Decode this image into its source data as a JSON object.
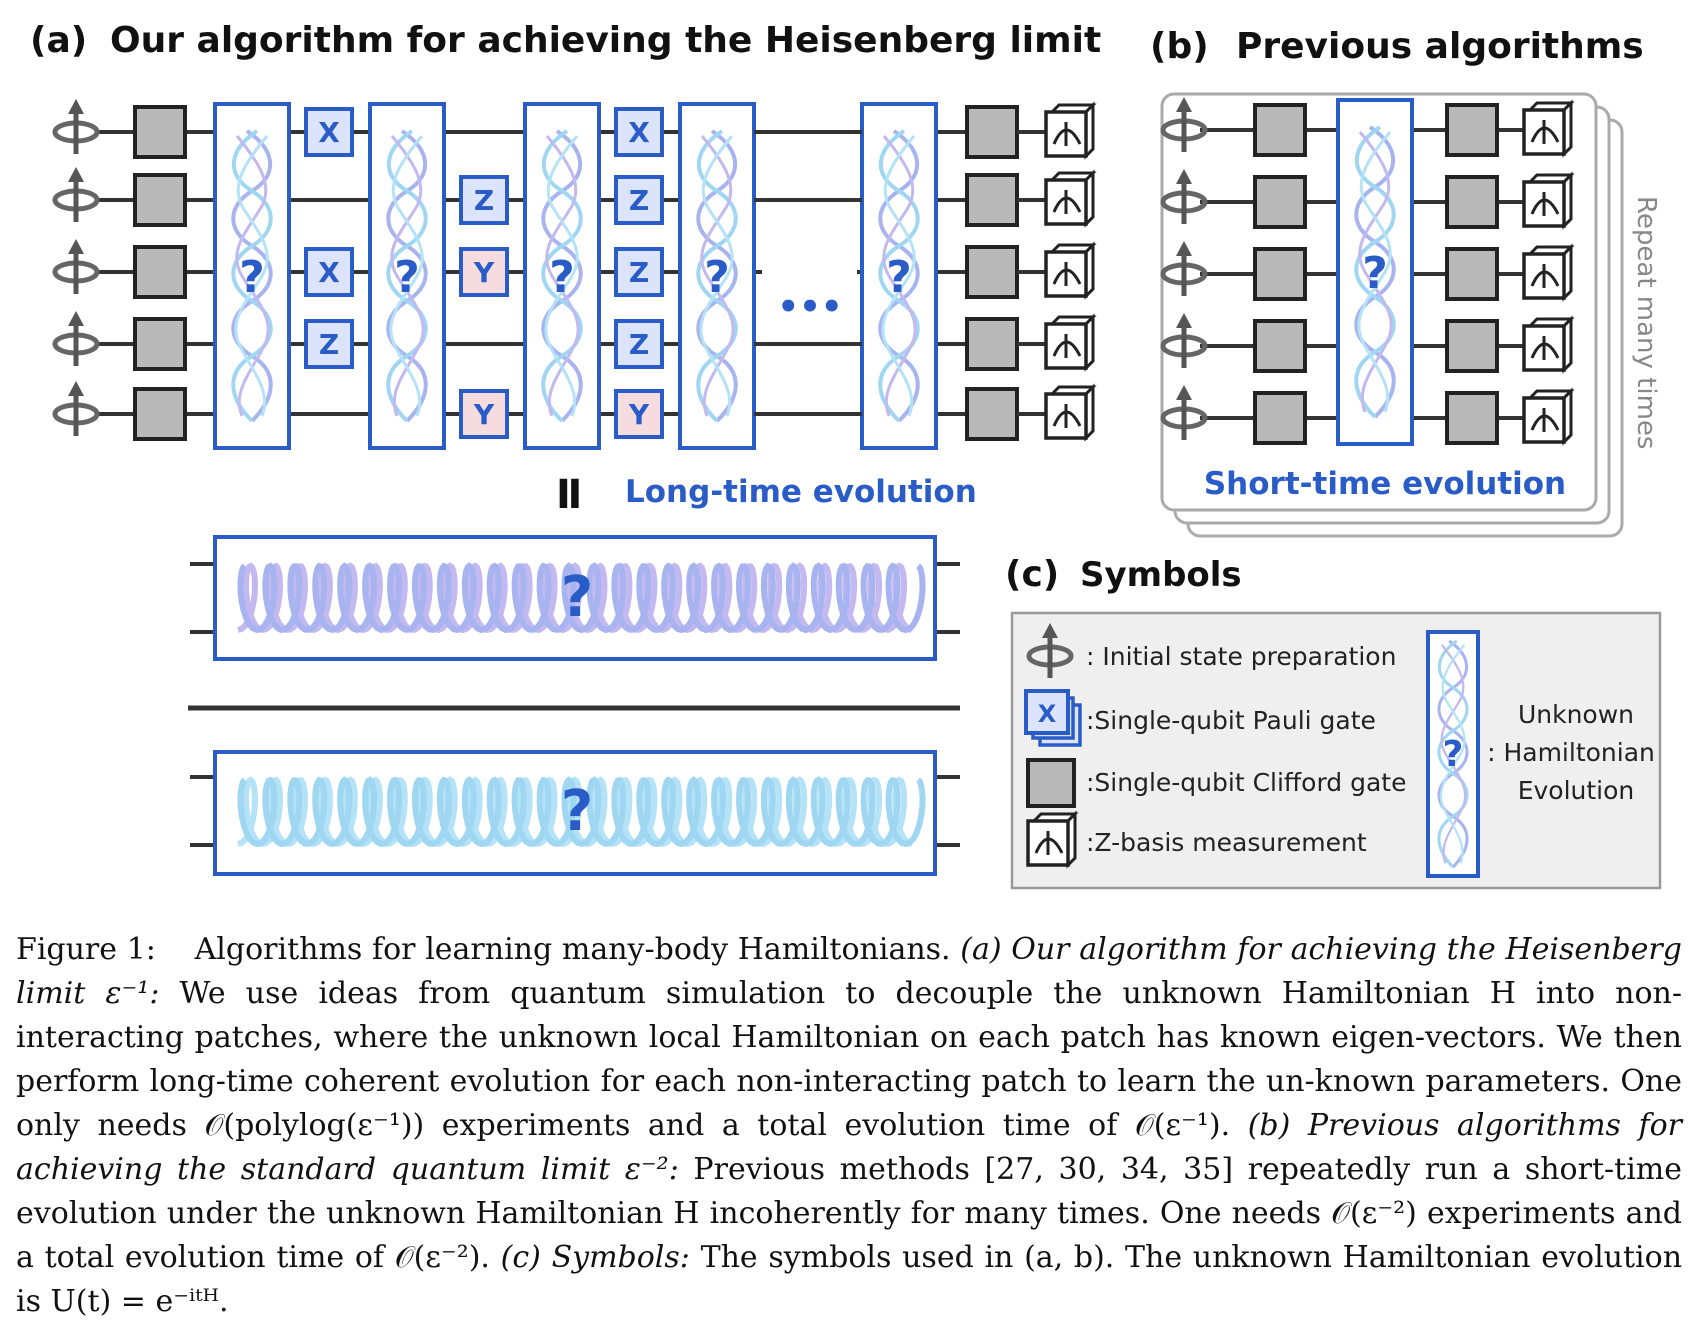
{
  "panel_a": {
    "label": "(a)",
    "title": "Our algorithm for achieving the Heisenberg limit",
    "long_time_label": "Long-time evolution",
    "equiv_symbol": "Ⅱ",
    "ellipsis": "•••",
    "pauli_gates": [
      {
        "col": 0,
        "row": 0,
        "letter": "X"
      },
      {
        "col": 0,
        "row": 2,
        "letter": "X"
      },
      {
        "col": 0,
        "row": 3,
        "letter": "Z"
      },
      {
        "col": 1,
        "row": 1,
        "letter": "Z"
      },
      {
        "col": 1,
        "row": 2,
        "letter": "Y"
      },
      {
        "col": 1,
        "row": 4,
        "letter": "Y"
      },
      {
        "col": 2,
        "row": 0,
        "letter": "X"
      },
      {
        "col": 2,
        "row": 1,
        "letter": "Z"
      },
      {
        "col": 2,
        "row": 2,
        "letter": "Z"
      },
      {
        "col": 2,
        "row": 3,
        "letter": "Z"
      },
      {
        "col": 2,
        "row": 4,
        "letter": "Y"
      }
    ],
    "unknown_mark": "?"
  },
  "panel_b": {
    "label": "(b)",
    "title": "Previous algorithms",
    "short_time_label": "Short-time evolution",
    "repeat_label": "Repeat many times"
  },
  "panel_c": {
    "label": "(c)",
    "title": "Symbols",
    "items": [
      {
        "icon": "spin-arrow-icon",
        "text": ": Initial state preparation"
      },
      {
        "icon": "pauli-stack-icon",
        "text": ":Single-qubit Pauli gate",
        "glyph": "X"
      },
      {
        "icon": "gray-square-icon",
        "text": ":Single-qubit Clifford gate"
      },
      {
        "icon": "meter-icon",
        "text": ":Z-basis measurement"
      }
    ],
    "unknown_label_1": "Unknown",
    "unknown_label_2": ": Hamiltonian",
    "unknown_label_3": "Evolution"
  },
  "caption": {
    "fig": "Figure 1:",
    "title": "Algorithms for learning many-body Hamiltonians.",
    "a_head": "(a) Our algorithm for achieving the Heisenberg limit ε⁻¹:",
    "a_body": "We use ideas from quantum simulation to decouple the unknown Hamiltonian H into non-interacting patches, where the unknown local Hamiltonian on each patch has known eigen-vectors. We then perform long-time coherent evolution for each non-interacting patch to learn the un-known parameters. One only needs 𝒪(polylog(ε⁻¹)) experiments and a total evolution time of 𝒪(ε⁻¹).",
    "b_head": "(b) Previous algorithms for achieving the standard quantum limit ε⁻²:",
    "b_body": "Previous methods [27, 30, 34, 35] repeatedly run a short-time evolution under the unknown Hamiltonian H incoherently for many times. One needs 𝒪(ε⁻²) experiments and a total evolution time of 𝒪(ε⁻²).",
    "c_head": "(c) Symbols:",
    "c_body": "The symbols used in (a, b). The unknown Hamiltonian evolution is U(t) = e⁻ⁱᵗᴴ."
  },
  "colors": {
    "accent_blue": "#2a5cc7",
    "gate_gray": "#b9b9b9",
    "pauli_fill": "#dce4fb",
    "pauli_fill_y": "#f7dcdf",
    "wire": "#333333",
    "wave_1": "#a8b4ef",
    "wave_2": "#9fd6f2"
  }
}
